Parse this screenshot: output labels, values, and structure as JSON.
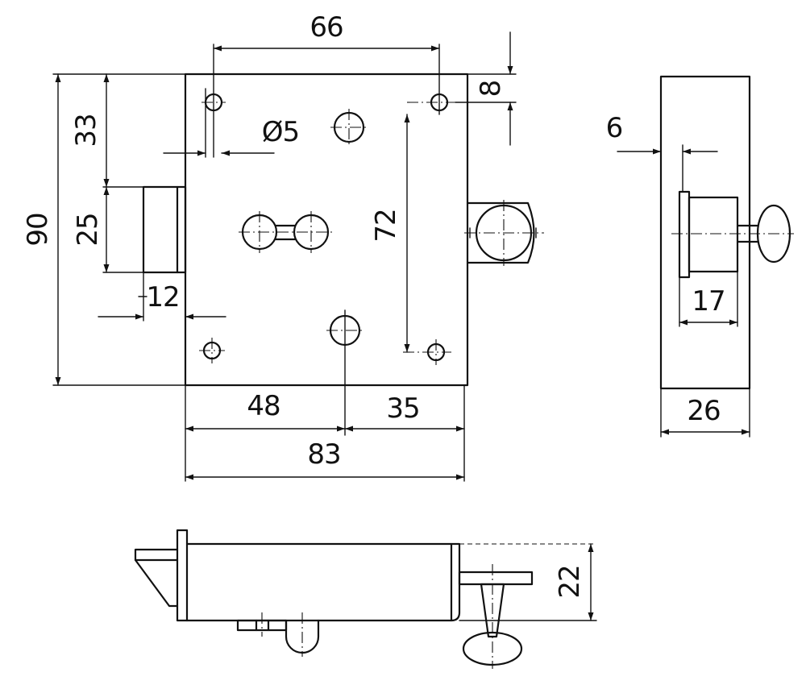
{
  "dimensions": {
    "top_hole_spacing": "66",
    "top_margin": "8",
    "hole_diameter": "Ø5",
    "height_to_bolt": "33",
    "overall_height": "90",
    "bolt_height": "25",
    "bolt_projection": "12",
    "vertical_hole_spacing": "72",
    "left_to_center": "48",
    "center_to_right": "35",
    "overall_width": "83",
    "plate_thickness": "6",
    "bolt_length": "17",
    "body_depth": "26",
    "body_height_side": "22"
  }
}
